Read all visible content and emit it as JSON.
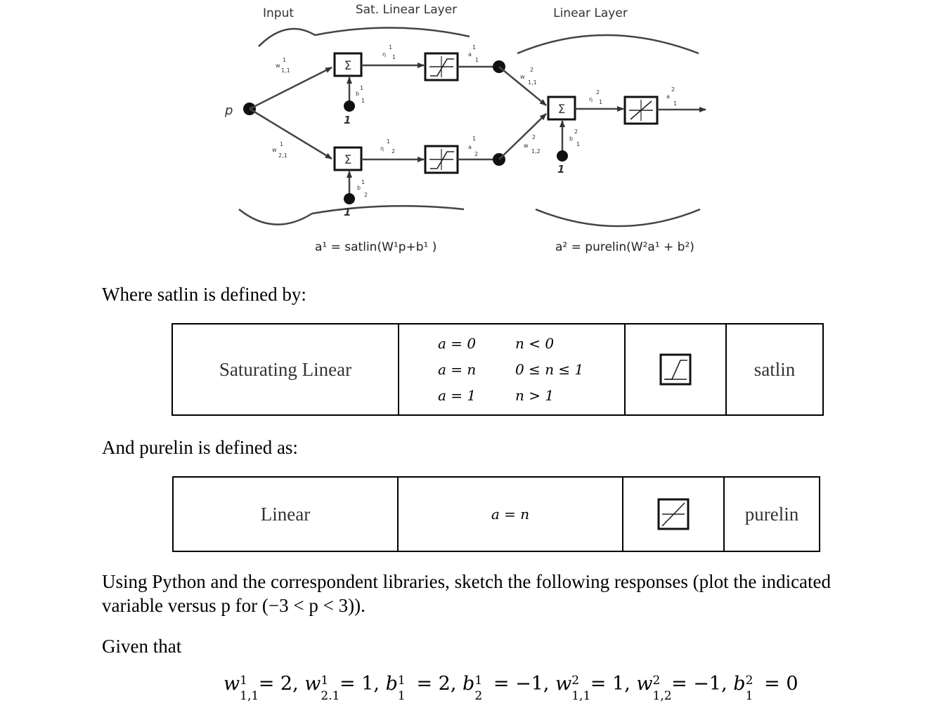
{
  "diagram": {
    "headers": {
      "input": "Input",
      "sat_linear_layer": "Sat. Linear Layer",
      "linear_layer": "Linear Layer"
    },
    "input_label": "p",
    "sum_symbol": "Σ",
    "bias_input": "1",
    "eq1": "a¹ = satlin(W¹p+b¹ )",
    "eq2": "a² = purelin(W²a¹ + b²)",
    "symbols": {
      "w1_11": "w",
      "w1_11_sup": "1",
      "w1_11_sub": "1,1",
      "w1_21": "w",
      "w1_21_sup": "1",
      "w1_21_sub": "2,1",
      "b1_1": "b",
      "b1_1_sup": "1",
      "b1_1_sub": "1",
      "b1_2": "b",
      "b1_2_sup": "1",
      "b1_2_sub": "2",
      "n1_1": "η",
      "n1_1_sup": "1",
      "n1_1_sub": "1",
      "n1_2": "η",
      "n1_2_sup": "1",
      "n1_2_sub": "2",
      "a1_1": "a",
      "a1_1_sup": "1",
      "a1_1_sub": "1",
      "a1_2": "a",
      "a1_2_sup": "1",
      "a1_2_sub": "2",
      "w2_11": "w",
      "w2_11_sup": "2",
      "w2_11_sub": "1,1",
      "w2_12": "w",
      "w2_12_sup": "2",
      "w2_12_sub": "1,2",
      "b2_1": "b",
      "b2_1_sup": "2",
      "b2_1_sub": "1",
      "n2_1": "η",
      "n2_1_sup": "2",
      "n2_1_sub": "1",
      "a2_1": "a",
      "a2_1_sup": "2",
      "a2_1_sub": "1"
    }
  },
  "text": {
    "satlin_intro": "Where satlin is defined by:",
    "purelin_intro": "And purelin is defined as:",
    "task": "Using Python and the correspondent libraries, sketch the following responses (plot the indicated variable versus p for (−3 < p < 3)).",
    "task_line1": "Using Python and the correspondent libraries, sketch the following responses (plot the indicated",
    "task_line2": "variable versus p for (−3 < p < 3)).",
    "given": "Given that"
  },
  "satlin_table": {
    "name": "Saturating Linear",
    "abbr": "satlin",
    "icon": "satlin-icon",
    "rows": [
      {
        "left": "a = 0",
        "right": "n < 0"
      },
      {
        "left": "a = n",
        "right": "0 ≤ n ≤ 1"
      },
      {
        "left": "a = 1",
        "right": "n > 1"
      }
    ]
  },
  "purelin_table": {
    "name": "Linear",
    "abbr": "purelin",
    "icon": "purelin-icon",
    "definition": "a = n"
  },
  "given_values": {
    "w1_11": "2",
    "w1_21": "1",
    "b1_1": "2",
    "b1_2": "−1",
    "w2_11": "1",
    "w2_12": "−1",
    "b2_1": "0"
  }
}
